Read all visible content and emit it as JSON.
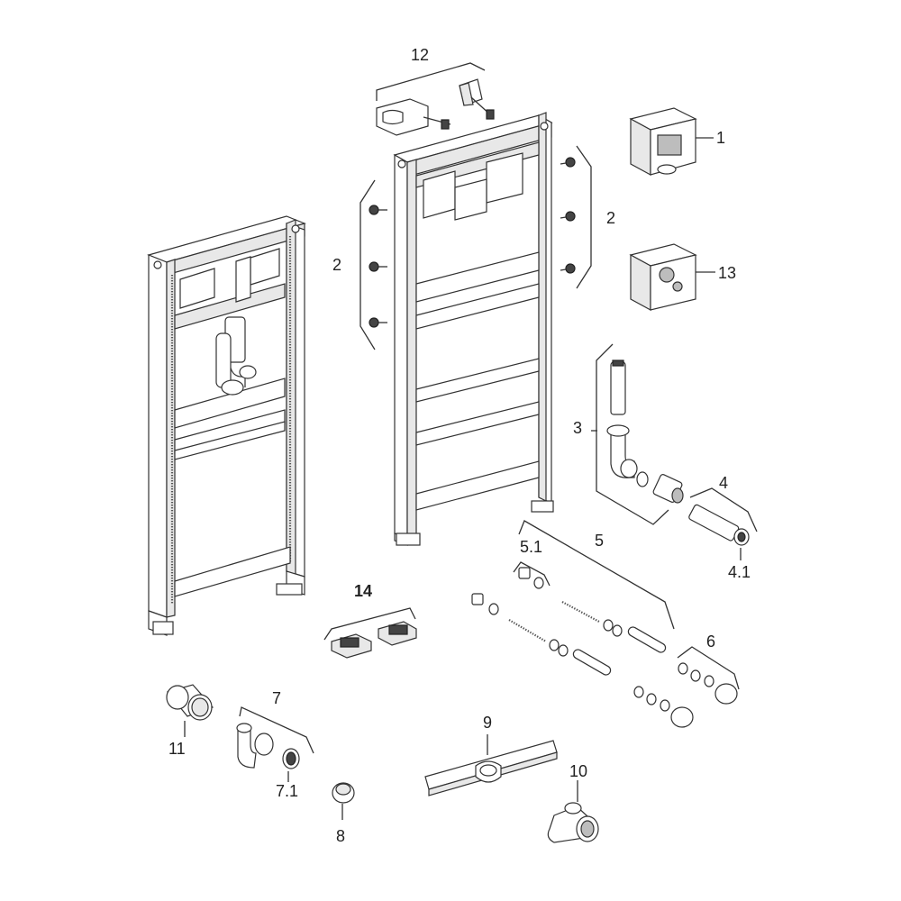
{
  "labels": {
    "l1": "1",
    "l2a": "2",
    "l2b": "2",
    "l3": "3",
    "l4": "4",
    "l4_1": "4.1",
    "l5": "5",
    "l5_1": "5.1",
    "l6": "6",
    "l7": "7",
    "l7_1": "7.1",
    "l8": "8",
    "l9": "9",
    "l10": "10",
    "l11": "11",
    "l12": "12",
    "l13": "13",
    "l14": "14"
  }
}
